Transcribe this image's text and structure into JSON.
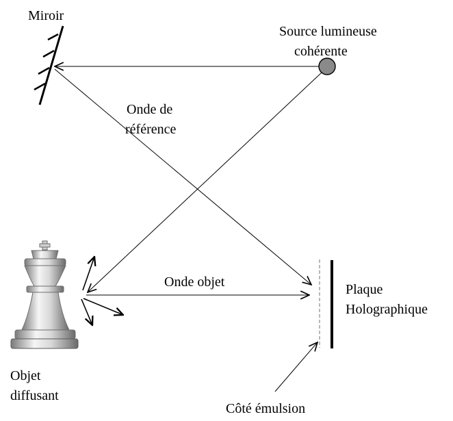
{
  "labels": {
    "mirror": "Miroir",
    "source_line1": "Source lumineuse",
    "source_line2": "cohérente",
    "reference_wave_line1": "Onde de",
    "reference_wave_line2": "référence",
    "object_wave": "Onde objet",
    "plate_line1": "Plaque",
    "plate_line2": "Holographique",
    "object_line1": "Objet",
    "object_line2": "diffusant",
    "emulsion_side": "Côté émulsion"
  },
  "colors": {
    "line": "#000000",
    "source_fill": "#8a8a8a",
    "emulsion_dash": "#888888",
    "chess_piece_light": "#f4f4f4",
    "chess_piece_mid": "#b8b8b8",
    "chess_piece_dark": "#6e6e6e"
  },
  "icons": {
    "object": "chess-king-icon",
    "mirror": "mirror-icon",
    "source": "light-source-icon"
  }
}
